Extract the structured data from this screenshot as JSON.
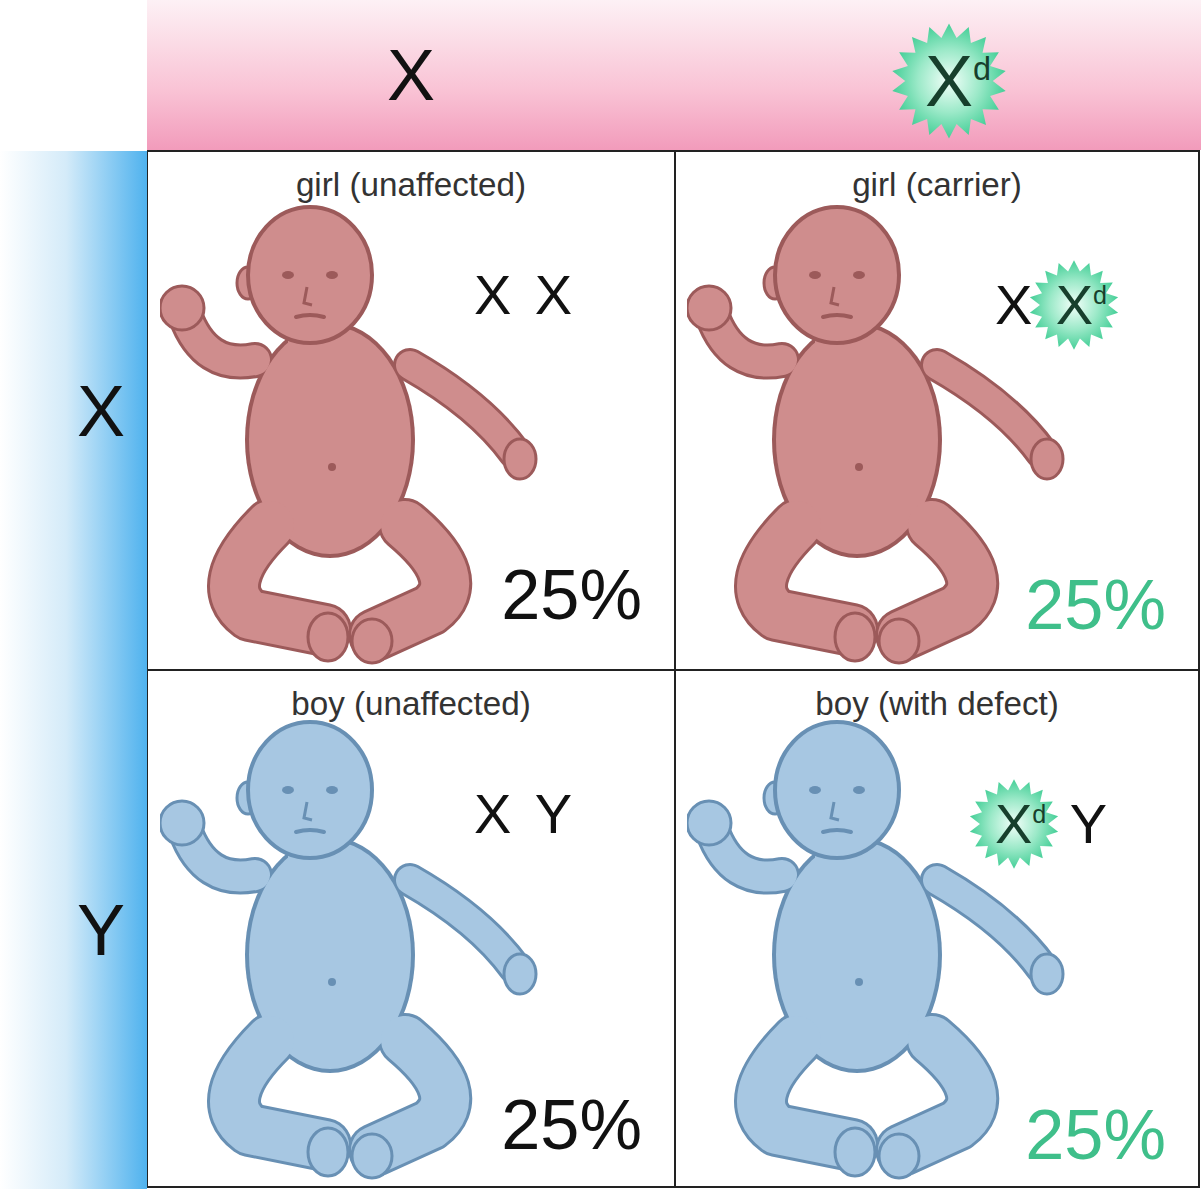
{
  "diagram": {
    "nodes": [
      {
        "text": [
          "X"
        ]
      },
      {
        "text": [
          "Xd"
        ]
      },
      {
        "text": [
          "X"
        ]
      },
      {
        "text": [
          "girl (unaffected)",
          "X X",
          "25%"
        ]
      },
      {
        "text": [
          "girl (carrier)",
          "X Xd",
          "25%"
        ]
      },
      {
        "text": [
          "Y"
        ]
      },
      {
        "text": [
          "boy (unaffected)",
          "X Y",
          "25%"
        ]
      },
      {
        "text": [
          "boy (with defect)",
          "Xd Y",
          "25%"
        ]
      }
    ]
  }
}
